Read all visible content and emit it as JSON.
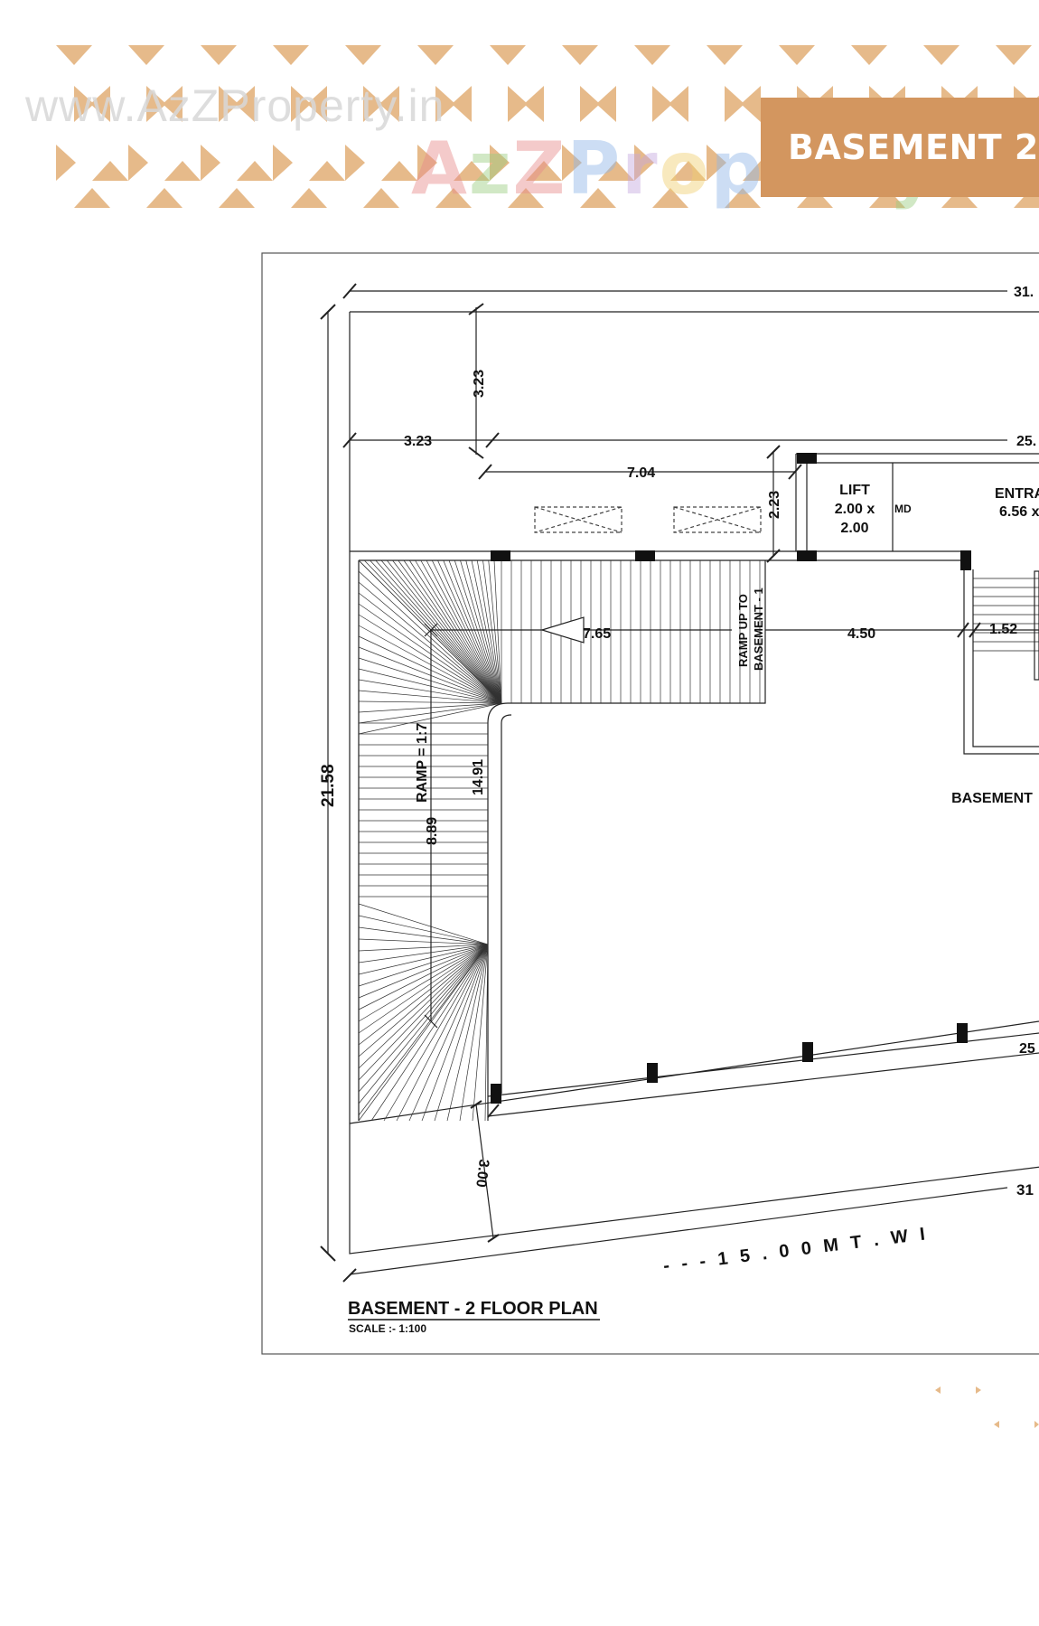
{
  "header": {
    "watermark_url": "www.AzZProperty.in",
    "watermark_brand": "AzZProperty",
    "title": "BASEMENT 2",
    "pattern_color": "#e6ba8a",
    "title_bg": "#d3965f"
  },
  "plan": {
    "title": "BASEMENT - 2 FLOOR PLAN",
    "scale": "SCALE :- 1:100",
    "dimensions": {
      "overall_width": "31.",
      "overall_depth": "21.58",
      "front_setback": "3.23",
      "side_setback": "3.23",
      "inner_width": "25.",
      "lift_offset": "7.04",
      "lift_depth": "2.23",
      "ramp_run": "7.65",
      "ramp_run_down": "8.89",
      "inner_depth": "14.91",
      "passage": "4.50",
      "stair_width": "1.52",
      "bottom_setback": "3.00",
      "bottom_inner": "25",
      "bottom_overall": "31"
    },
    "labels": {
      "lift_title": "LIFT",
      "lift_size_1": "2.00 x",
      "lift_size_2": "2.00",
      "md": "MD",
      "entrance_1": "ENTRA",
      "entrance_2": "6.56 x",
      "ramp_up_1": "RAMP UP TO",
      "ramp_up_2": "BASEMENT - 1",
      "ramp_slope": "RAMP = 1:7",
      "basement": "BASEMENT",
      "road": "- - - 1 5 . 0 0   M T .   W I"
    }
  }
}
